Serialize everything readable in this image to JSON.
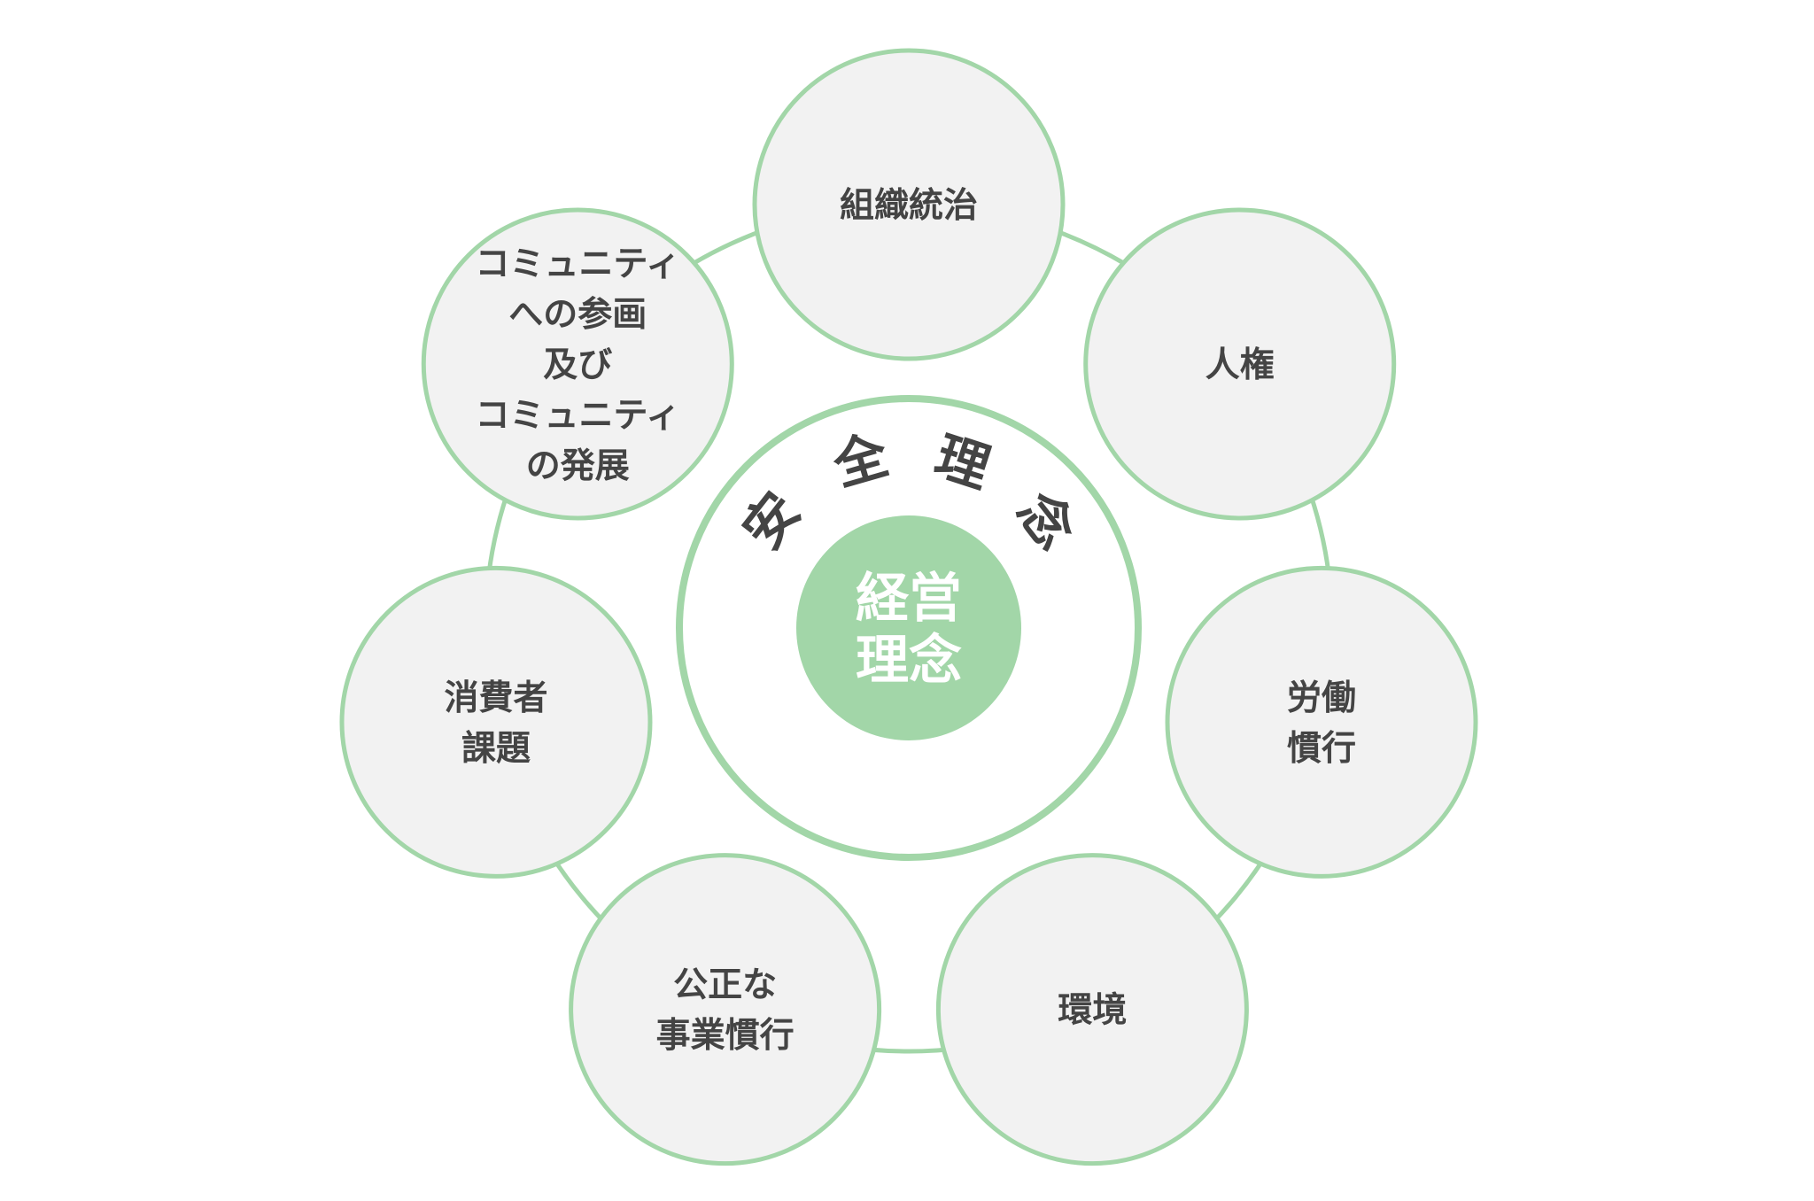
{
  "colors": {
    "accent": "#a2d6a8",
    "circle_fill": "#f2f2f2",
    "text": "#444444"
  },
  "center": {
    "arc_title": [
      "安",
      "全",
      "理",
      "念"
    ],
    "core_lines": [
      "経営",
      "理念"
    ]
  },
  "satellites": [
    {
      "lines": [
        "組織統治"
      ]
    },
    {
      "lines": [
        "人権"
      ]
    },
    {
      "lines": [
        "労働",
        "慣行"
      ]
    },
    {
      "lines": [
        "環境"
      ]
    },
    {
      "lines": [
        "公正な",
        "事業慣行"
      ]
    },
    {
      "lines": [
        "消費者",
        "課題"
      ]
    },
    {
      "lines": [
        "コミュニティ",
        "への参画",
        "及び",
        "コミュニティ",
        "の発展"
      ]
    }
  ]
}
